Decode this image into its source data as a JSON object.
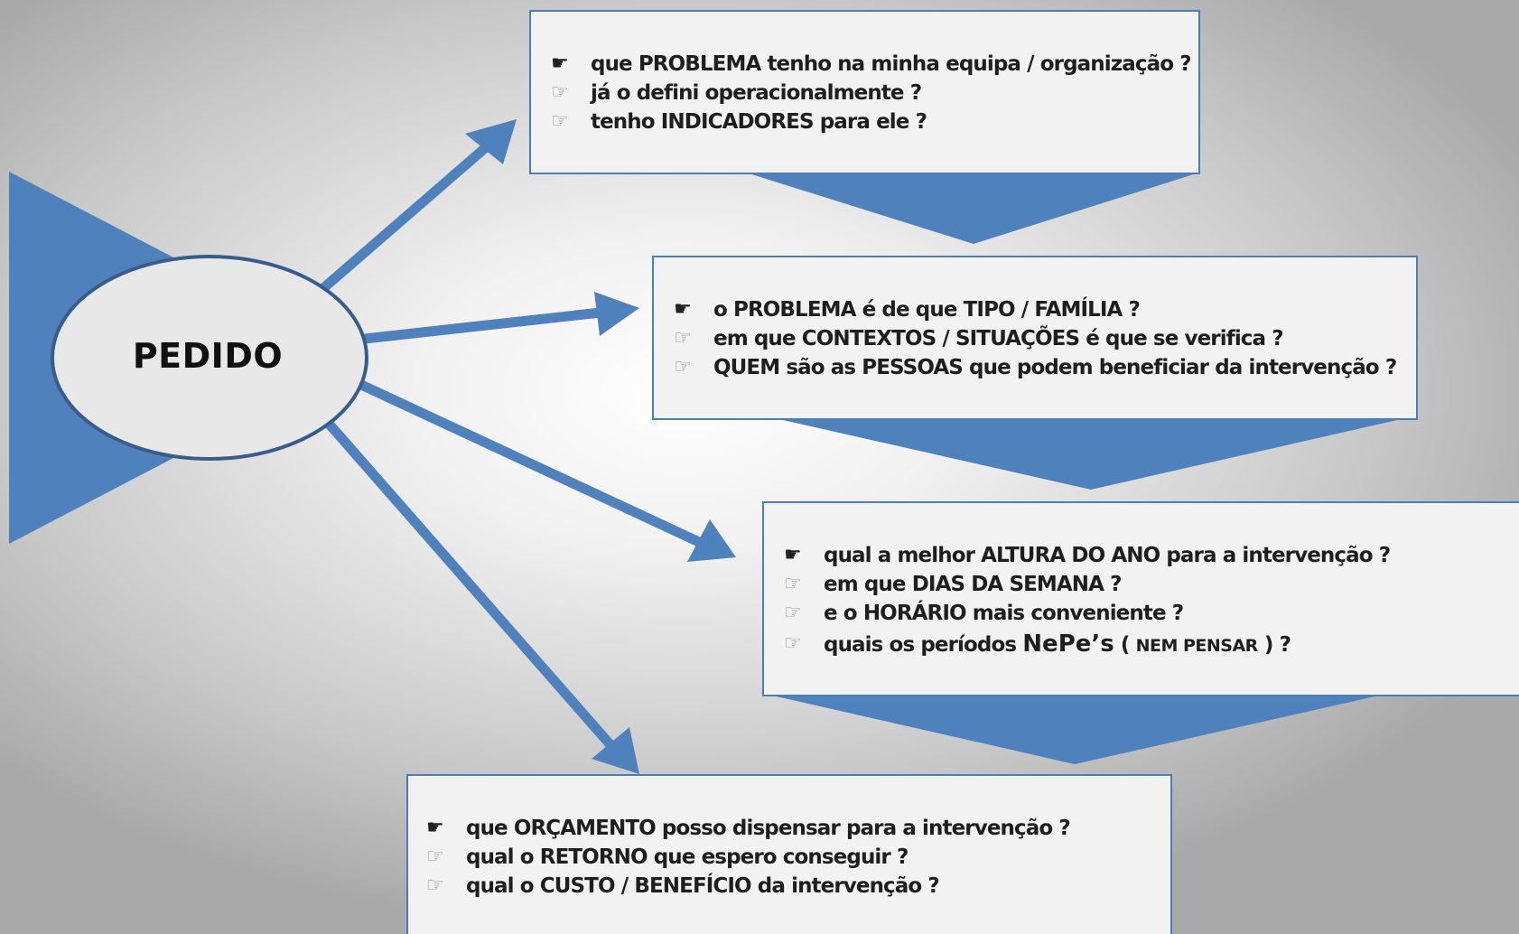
{
  "center": {
    "label": "PEDIDO"
  },
  "colors": {
    "shape_fill": "#4f81bd",
    "ellipse_fill": "#e8e8e8",
    "ellipse_stroke": "#385d8a",
    "box_fill": "#f2f2f2",
    "box_border": "#4a7ebb"
  },
  "boxes": [
    {
      "questions": [
        "que PROBLEMA tenho na minha equipa / organização ?",
        "já o defini operacionalmente ?",
        "tenho INDICADORES para ele ?"
      ]
    },
    {
      "questions": [
        "o PROBLEMA é de que TIPO / FAMÍLIA ?",
        "em que CONTEXTOS / SITUAÇÕES é que se verifica ?",
        "QUEM são as PESSOAS que podem beneficiar da intervenção ?"
      ]
    },
    {
      "questions": [
        "qual a melhor ALTURA DO ANO para a intervenção ?",
        "em que DIAS DA SEMANA ?",
        "e o HORÁRIO  mais conveniente ?"
      ],
      "last_question": {
        "prefix": "quais os períodos ",
        "acronym": "NePe’s",
        "paren_open": " ( ",
        "expansion": "NEM PENSAR",
        "suffix": " ) ?"
      }
    },
    {
      "questions": [
        "que ORÇAMENTO posso dispensar para a intervenção ?",
        "qual o RETORNO que espero conseguir ?",
        "qual o CUSTO / BENEFÍCIO da intervenção ?"
      ]
    }
  ],
  "bullet_icon": "pointing-hand-icon"
}
